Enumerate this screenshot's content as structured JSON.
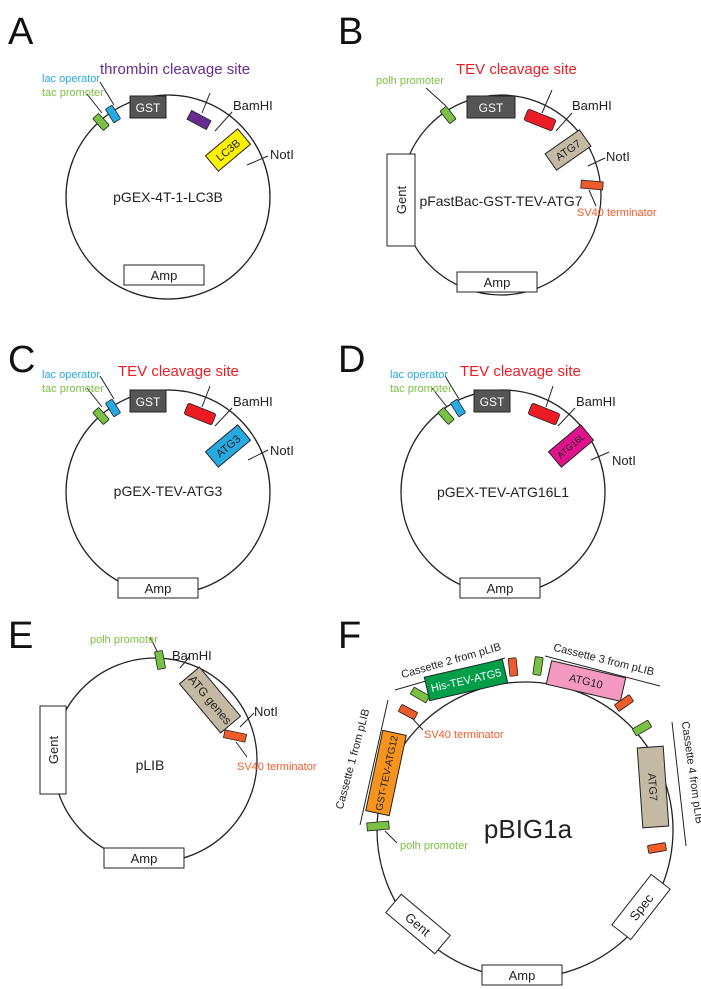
{
  "colors": {
    "gst": "#555555",
    "lac_operator": "#27aae1",
    "tac_promoter": "#7ac143",
    "polh_promoter": "#7ac143",
    "thrombin": "#662d91",
    "tev": "#ed1c24",
    "terminator": "#f15a29",
    "lc3b": "#fff200",
    "atg7": "#c4b9a3",
    "atg3": "#27aae1",
    "atg16l": "#e0138c",
    "atg_genes": "#c4b9a3",
    "atg12": "#f7941d",
    "atg5": "#009e49",
    "atg10": "#f49ac1"
  },
  "panels": {
    "A": {
      "letter": "A",
      "plasmid": "pGEX-4T-1-LC3B",
      "lac_operator": "lac operator",
      "tac_promoter": "tac promoter",
      "cleavage": "thrombin cleavage site",
      "gst": "GST",
      "insert": "LC3B",
      "bamhi": "BamHI",
      "noti": "NotI",
      "amp": "Amp"
    },
    "B": {
      "letter": "B",
      "plasmid": "pFastBac-GST-TEV-ATG7",
      "polh": "polh promoter",
      "cleavage": "TEV cleavage site",
      "gst": "GST",
      "insert": "ATG7",
      "bamhi": "BamHI",
      "noti": "NotI",
      "terminator": "SV40 terminator",
      "gent": "Gent",
      "amp": "Amp"
    },
    "C": {
      "letter": "C",
      "plasmid": "pGEX-TEV-ATG3",
      "lac_operator": "lac operator",
      "tac_promoter": "tac promoter",
      "cleavage": "TEV cleavage site",
      "gst": "GST",
      "insert": "ATG3",
      "bamhi": "BamHI",
      "noti": "NotI",
      "amp": "Amp"
    },
    "D": {
      "letter": "D",
      "plasmid": "pGEX-TEV-ATG16L1",
      "lac_operator": "lac operator",
      "tac_promoter": "tac promoter",
      "cleavage": "TEV cleavage site",
      "gst": "GST",
      "insert": "ATG16L",
      "bamhi": "BamHI",
      "noti": "NotI",
      "amp": "Amp"
    },
    "E": {
      "letter": "E",
      "plasmid": "pLIB",
      "polh": "polh promoter",
      "bamhi": "BamHI",
      "insert": "ATG genes",
      "noti": "NotI",
      "terminator": "SV40 terminator",
      "gent": "Gent",
      "amp": "Amp"
    },
    "F": {
      "letter": "F",
      "plasmid": "pBIG1a",
      "cassette1": "Cassette 1 from pLIB",
      "cassette2": "Cassette 2 from pLIB",
      "cassette3": "Cassette 3 from pLIB",
      "cassette4": "Cassette 4 from pLIB",
      "gene1": "GST-TEV-ATG12",
      "gene2": "His-TEV-ATG5",
      "gene3": "ATG10",
      "gene4": "ATG7",
      "terminator": "SV40 terminator",
      "polh": "polh promoter",
      "gent": "Gent",
      "spec": "Spec",
      "amp": "Amp"
    }
  }
}
